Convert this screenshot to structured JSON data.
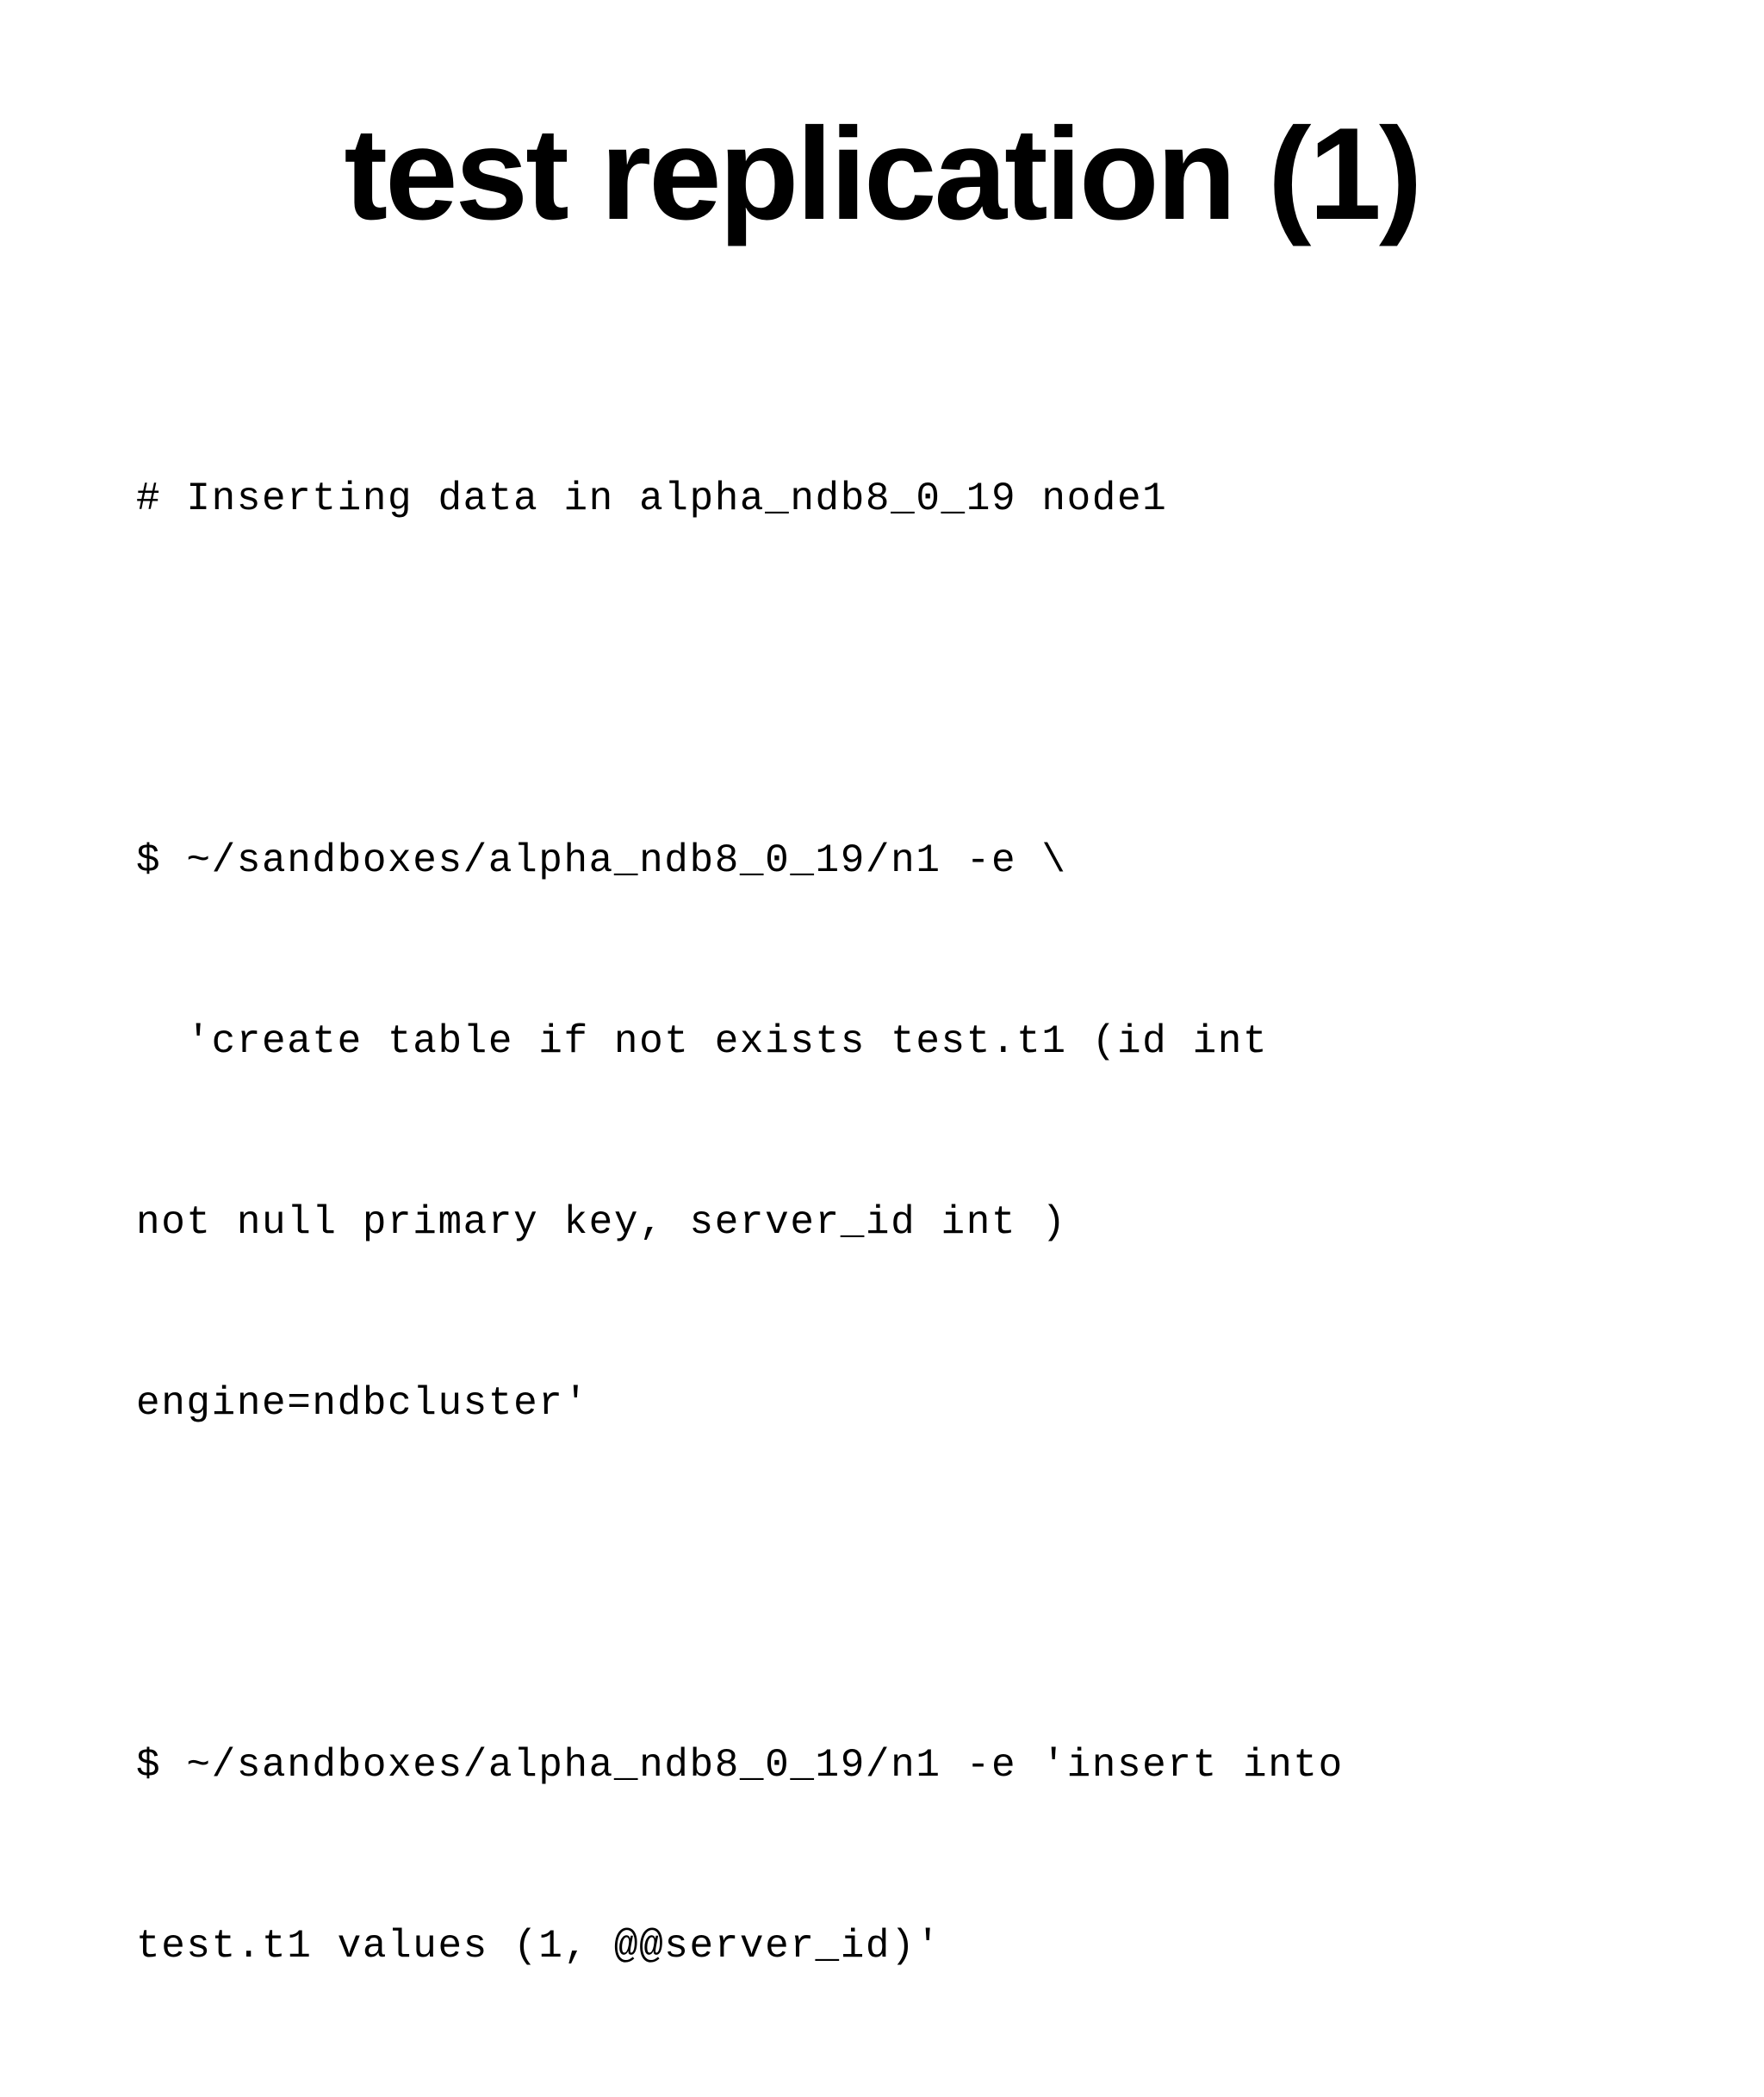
{
  "slide": {
    "title": "test replication (1)",
    "background_color": "#ffffff",
    "text_color": "#000000",
    "code_lines": [
      "# Inserting data in alpha_ndb8_0_19 node1",
      "",
      "$ ~/sandboxes/alpha_ndb8_0_19/n1 -e \\",
      "  'create table if not exists test.t1 (id int",
      "not null primary key, server_id int )",
      "engine=ndbcluster'",
      "",
      "$ ~/sandboxes/alpha_ndb8_0_19/n1 -e 'insert into",
      "test.t1 values (1, @@server_id)'"
    ]
  }
}
